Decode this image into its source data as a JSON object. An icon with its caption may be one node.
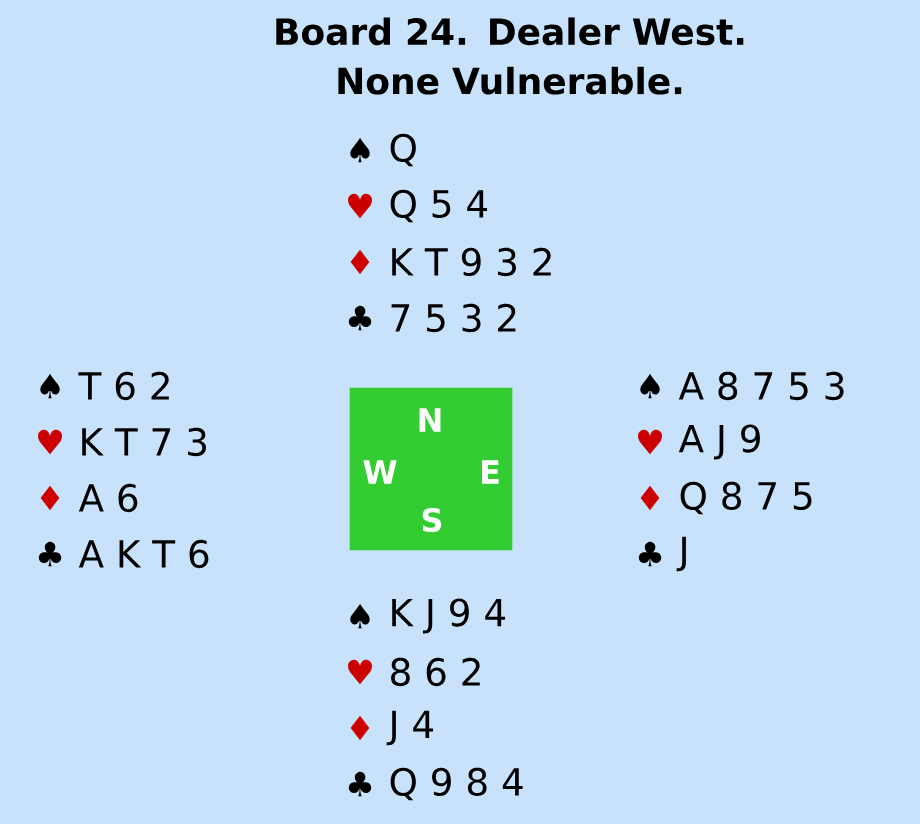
{
  "diagram": {
    "title": "Board 24. Dealer West. None Vulnerable.",
    "nodes": [
      {
        "text": [
          "N",
          "W",
          "E",
          "S"
        ]
      }
    ],
    "edges": [],
    "labels": [
      "♠",
      "Q",
      "♥",
      "Q 5 4",
      "♦",
      "K T 9 3 2",
      "♣",
      "7 5 3 2",
      "♠",
      "T 6 2",
      "♥",
      "K T 7 3",
      "♦",
      "A 6",
      "♣",
      "A K T 6",
      "♠",
      "A 8 7 5 3",
      "♥",
      "A J 9",
      "♦",
      "Q 8 7 5",
      "♣",
      "J",
      "♠",
      "K J 9 4",
      "♥",
      "8 6 2",
      "♦",
      "J 4",
      "♣",
      "Q 9 8 4"
    ]
  }
}
